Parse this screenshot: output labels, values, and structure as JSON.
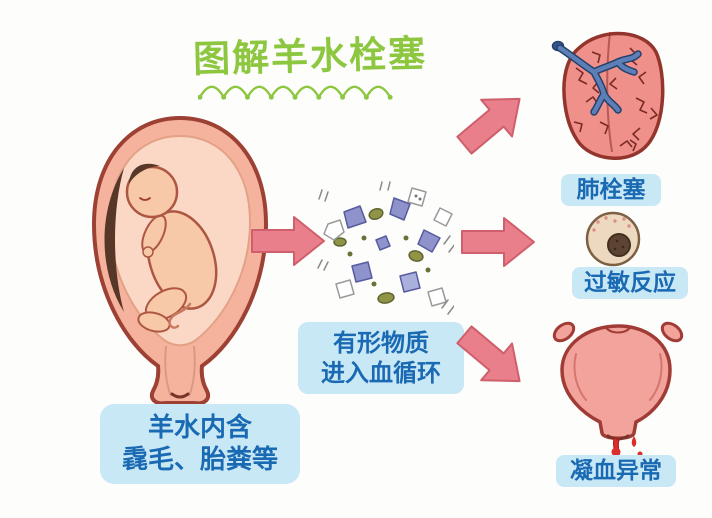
{
  "title": {
    "text": "图解羊水栓塞"
  },
  "left_label": {
    "line1": "羊水内含",
    "line2": "毳毛、胎粪等"
  },
  "center_label": {
    "line1": "有形物质",
    "line2": "进入血循环"
  },
  "outcome_labels": {
    "pulmonary_embolism": "肺栓塞",
    "allergic_reaction": "过敏反应",
    "coagulation_abnormality": "凝血异常"
  },
  "icons": {
    "uterus_with_fetus": "uterus-with-fetus-icon",
    "embolus_particles": "embolus-particles-icon",
    "lungs": "lungs-icon",
    "allergy_cell": "allergy-cell-icon",
    "bleeding_uterus": "bleeding-uterus-icon",
    "flow_arrows": "flow-arrow-icon"
  },
  "colors": {
    "title_green": "#8dc63f",
    "label_background": "#c9e8f6",
    "label_text": "#1a6ab3",
    "arrow_pink": "#e97f8b",
    "organ_pink": "#f2a39b",
    "organ_outline": "#9c4134",
    "blood_red": "#da2d2d",
    "bronchi_blue": "#3c5f95",
    "particle_purple": "#8e93cb",
    "particle_olive": "#8f9447"
  }
}
